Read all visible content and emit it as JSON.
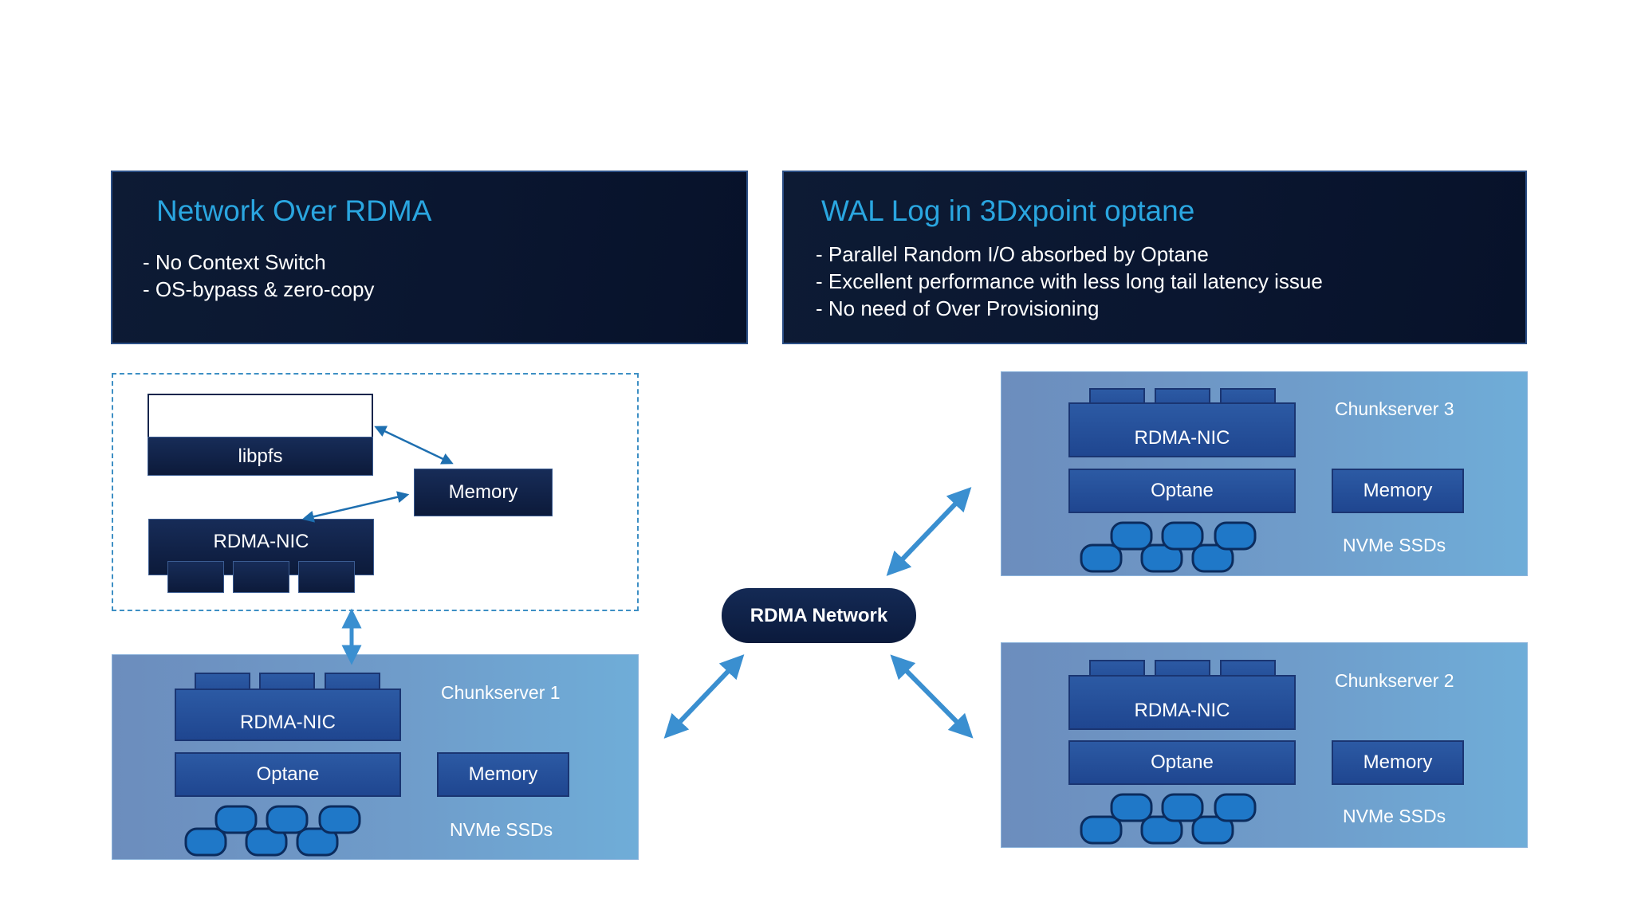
{
  "left_panel": {
    "title": "Network Over RDMA",
    "bullets": [
      "- No Context Switch",
      "- OS-bypass & zero-copy"
    ]
  },
  "right_panel": {
    "title": "WAL Log in 3Dxpoint optane",
    "bullets": [
      "- Parallel Random I/O absorbed by Optane",
      "- Excellent performance with less long tail latency issue",
      "- No need of Over Provisioning"
    ]
  },
  "client": {
    "libpfs": "libpfs",
    "memory": "Memory",
    "rdma_nic": "RDMA-NIC"
  },
  "network": {
    "label": "RDMA Network"
  },
  "chunkservers": [
    {
      "name": "Chunkserver 1",
      "rdma_nic": "RDMA-NIC",
      "optane": "Optane",
      "memory": "Memory",
      "ssds": "NVMe SSDs"
    },
    {
      "name": "Chunkserver 3",
      "rdma_nic": "RDMA-NIC",
      "optane": "Optane",
      "memory": "Memory",
      "ssds": "NVMe SSDs"
    },
    {
      "name": "Chunkserver 2",
      "rdma_nic": "RDMA-NIC",
      "optane": "Optane",
      "memory": "Memory",
      "ssds": "NVMe SSDs"
    }
  ],
  "colors": {
    "panel_bg": "#0a1630",
    "title_cyan": "#2aa6e0",
    "box_blue": "#2c5aa4",
    "arrow_blue": "#3a8fd0",
    "ssd_blue": "#1f78c8"
  }
}
